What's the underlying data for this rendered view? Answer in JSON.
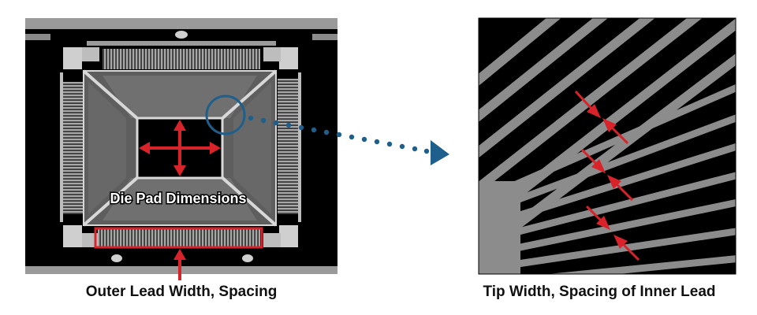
{
  "diagram": {
    "die_pad_label": "Die Pad Dimensions",
    "caption_left": "Outer Lead Width, Spacing",
    "caption_right": "Tip Width, Spacing of Inner Lead"
  },
  "colors": {
    "frame_black": "#000000",
    "lead_gray": "#8c8c8c",
    "pad_gray": "#6f6f6f",
    "light_gray": "#d0d0d0",
    "marker_red": "#d9232a",
    "callout_blue": "#1f5f8b"
  },
  "icons": {
    "dimension_arrows": "red-cross-arrows-icon",
    "zoom_pointer": "blue-dotted-arrow-icon"
  }
}
